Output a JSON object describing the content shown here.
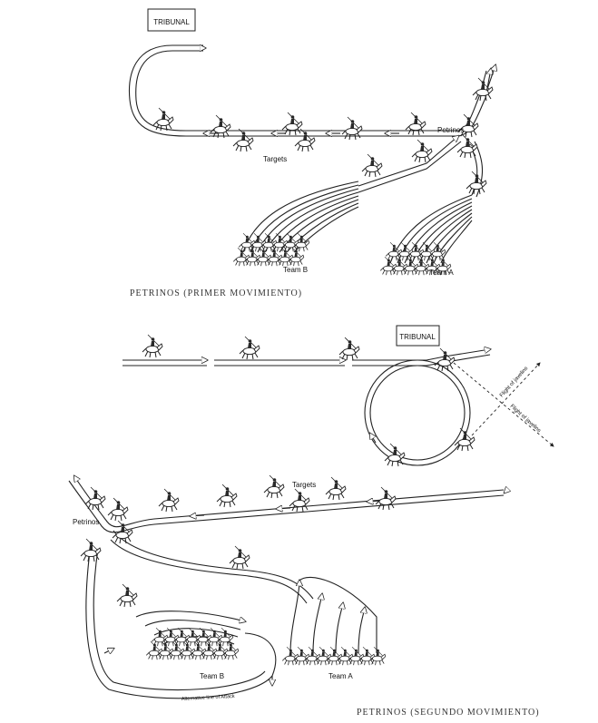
{
  "diagram_top": {
    "tribunal_label": "TRIBUNAL",
    "petrinos_label": "Petrinos",
    "targets_label": "Targets",
    "team_b_label": "Team B",
    "team_a_label": "Team A",
    "caption": "PETRINOS (PRIMER MOVIMIENTO)"
  },
  "diagram_bottom": {
    "tribunal_label": "TRIBUNAL",
    "flight_label_1": "Flight of javelins",
    "flight_label_2": "Flight of javelins",
    "petrinos_label": "Petrinos",
    "targets_label": "Targets",
    "team_b_label": "Team B",
    "team_a_label": "Team A",
    "alt_line_label": "Alternative line of Attack",
    "caption": "PETRINOS (SEGUNDO MOVIMIENTO)"
  }
}
